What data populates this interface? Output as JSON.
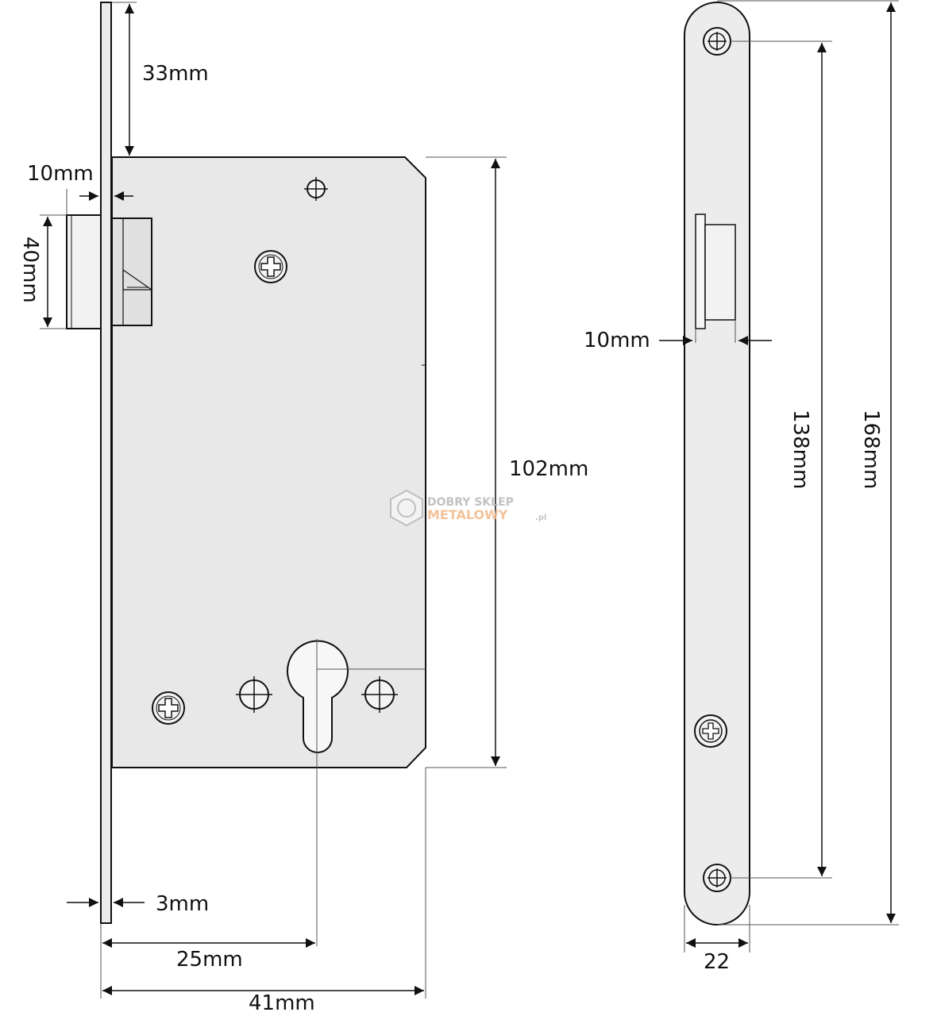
{
  "diagram": {
    "colors": {
      "line": "#111111",
      "plate_fill": "#e8e8e8",
      "dimension_line": "#555555",
      "watermark_grey": "#b8b8b8",
      "watermark_orange": "#f2b988"
    },
    "dimensions": {
      "top_offset": "33mm",
      "faceplate_gap": "10mm",
      "latch_height": "40mm",
      "body_height": "102mm",
      "faceplate_thickness": "3mm",
      "backset": "25mm",
      "body_depth": "41mm",
      "strike_latch_width": "10mm",
      "screw_spacing": "138mm",
      "faceplate_length": "168mm",
      "faceplate_width": "22"
    },
    "watermark": {
      "line1": "DOBRY SKLEP",
      "line2": "METALOWY",
      "suffix": ".pl"
    }
  }
}
